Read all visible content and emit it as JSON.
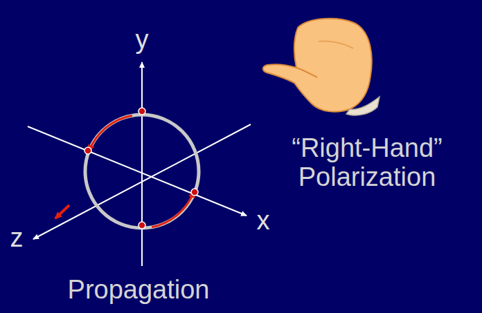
{
  "diagram": {
    "labels": [
      "y",
      "x",
      "z",
      "“Right-Hand” Polarization",
      "Propagation"
    ]
  }
}
